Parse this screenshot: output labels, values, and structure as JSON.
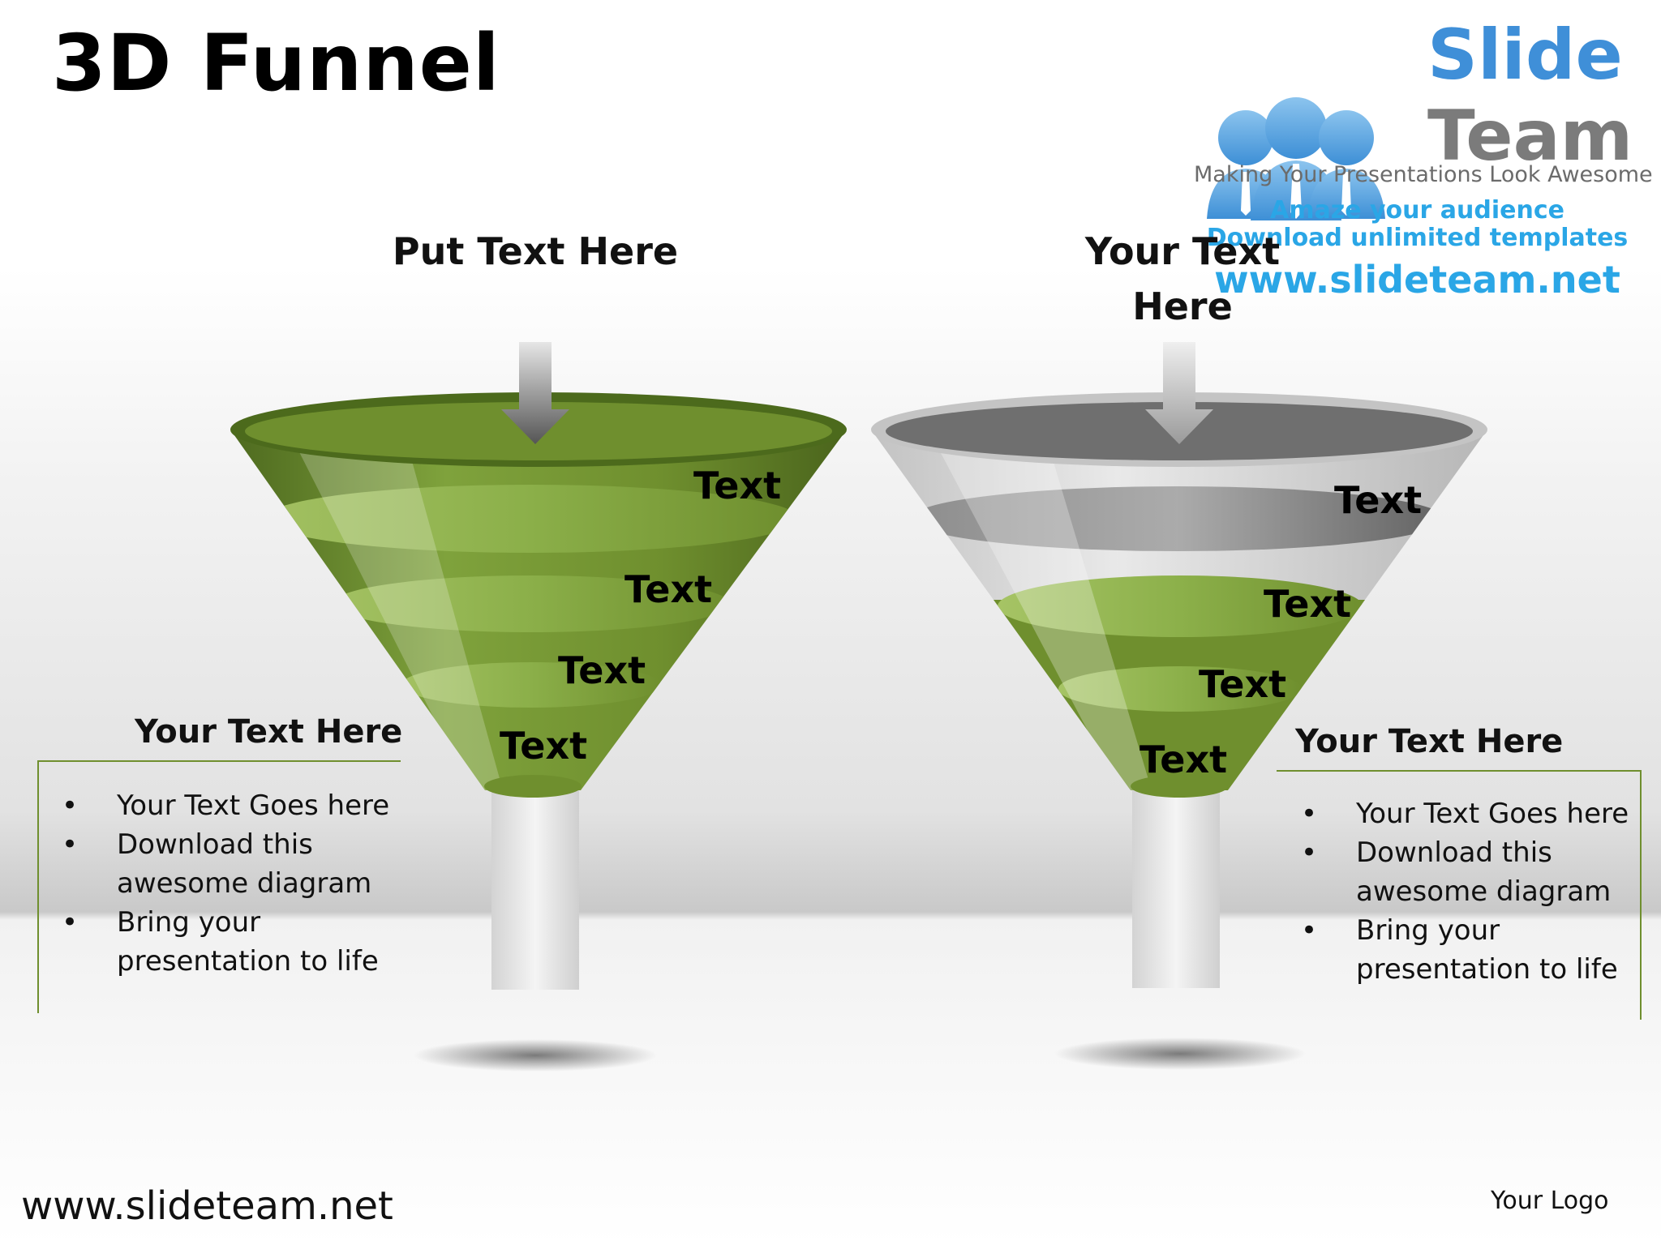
{
  "title": "3D Funnel",
  "logo": {
    "brand_line1": "Slide",
    "brand_line2": "Team",
    "tagline": "Making Your Presentations Look Awesome",
    "promo1": "Amaze your audience",
    "promo2": "Download unlimited templates",
    "promo3": "www.slideteam.net"
  },
  "funnel_left": {
    "header": "Put Text Here",
    "labels": [
      "Text",
      "Text",
      "Text",
      "Text"
    ],
    "color": "#6f8f2e"
  },
  "funnel_right": {
    "header": "Your Text Here",
    "labels": [
      "Text",
      "Text",
      "Text",
      "Text"
    ],
    "color": "#8c8c8c"
  },
  "panel_left": {
    "heading": "Your Text Here",
    "bullets": [
      "Your Text Goes here",
      "Download this awesome diagram",
      "Bring your presentation to life"
    ]
  },
  "panel_right": {
    "heading": "Your Text Here",
    "bullets": [
      "Your Text Goes here",
      "Download this awesome diagram",
      "Bring your presentation to life"
    ]
  },
  "footer": {
    "url": "www.slideteam.net",
    "logo_text": "Your Logo"
  }
}
